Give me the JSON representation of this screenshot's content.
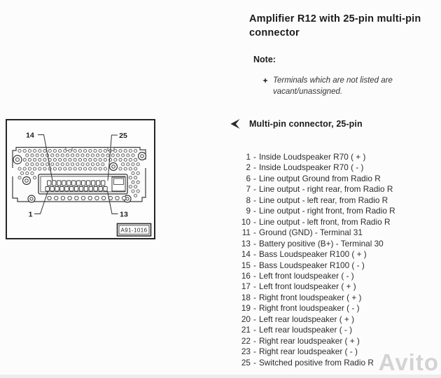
{
  "header": {
    "title": "Amplifier R12 with 25-pin multi-pin connector"
  },
  "note": {
    "label": "Note:",
    "items": [
      "Terminals which are not listed are vacant/unassigned."
    ]
  },
  "section": {
    "heading": "Multi-pin connector, 25-pin"
  },
  "icons": {
    "note_bullet": "four-pointed-star",
    "section_marker": "left-arrowhead"
  },
  "diagram": {
    "figure_id": "A91-1016",
    "callouts": {
      "top_left": "14",
      "top_right": "25",
      "bottom_left": "1",
      "bottom_right": "13"
    }
  },
  "list": {
    "separator": "-"
  },
  "pins": [
    {
      "pin": "1",
      "label": "Inside Loudspeaker R70 ( + )"
    },
    {
      "pin": "2",
      "label": "Inside Loudspeaker R70 ( - )"
    },
    {
      "pin": "6",
      "label": "Line output Ground from Radio R"
    },
    {
      "pin": "7",
      "label": "Line output - right rear, from Radio R"
    },
    {
      "pin": "8",
      "label": "Line output - left rear, from Radio R"
    },
    {
      "pin": "9",
      "label": "Line output - right front, from Radio R"
    },
    {
      "pin": "10",
      "label": "Line output - left front, from Radio R"
    },
    {
      "pin": "11",
      "label": "Ground (GND) - Terminal 31"
    },
    {
      "pin": "13",
      "label": "Battery positive (B+) - Terminal 30"
    },
    {
      "pin": "14",
      "label": "Bass Loudspeaker R100 ( + )"
    },
    {
      "pin": "15",
      "label": "Bass Loudspeaker R100 ( - )"
    },
    {
      "pin": "16",
      "label": "Left front loudspeaker ( - )"
    },
    {
      "pin": "17",
      "label": "Left front loudspeaker ( + )"
    },
    {
      "pin": "18",
      "label": "Right front loudspeaker ( + )"
    },
    {
      "pin": "19",
      "label": "Right front loudspeaker ( - )"
    },
    {
      "pin": "20",
      "label": "Left rear loudspeaker ( + )"
    },
    {
      "pin": "21",
      "label": "Left rear loudspeaker ( - )"
    },
    {
      "pin": "22",
      "label": "Right rear loudspeaker ( + )"
    },
    {
      "pin": "23",
      "label": "Right rear loudspeaker ( - )"
    },
    {
      "pin": "25",
      "label": "Switched positive from Radio R"
    }
  ],
  "watermark": {
    "text": "Avito"
  },
  "colors": {
    "background": "#fcfcfc",
    "text": "#2e2e2e",
    "line_art": "#3a3a3a",
    "watermark": "#a8a8a8"
  }
}
